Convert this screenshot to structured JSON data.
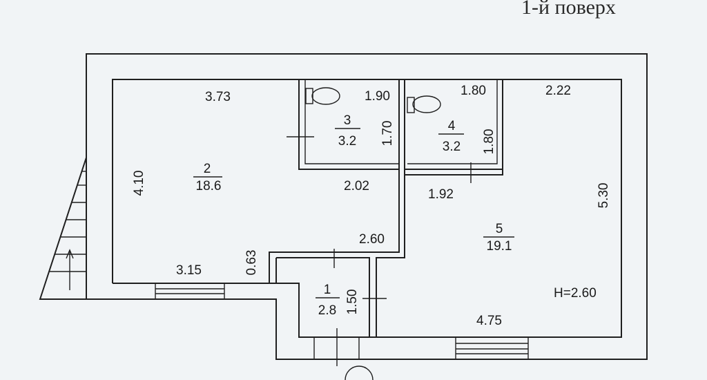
{
  "header": {
    "title": "1-й поверх"
  },
  "rooms": [
    {
      "number": "1",
      "area": "2.8"
    },
    {
      "number": "2",
      "area": "18.6"
    },
    {
      "number": "3",
      "area": "3.2"
    },
    {
      "number": "4",
      "area": "3.2"
    },
    {
      "number": "5",
      "area": "19.1"
    }
  ],
  "dimensions": {
    "room2_width": "3.73",
    "room2_height": "4.10",
    "room2_bottom": "3.15",
    "step": "0.63",
    "room3_width": "1.90",
    "room3_height": "1.70",
    "room4_width": "1.80",
    "room4_height": "1.80",
    "room5_top": "2.22",
    "room5_height": "5.30",
    "corridor_top": "2.02",
    "corridor_mid": "1.92",
    "corridor_left": "2.60",
    "room1_height": "1.50",
    "room5_bottom": "4.75"
  },
  "ceiling_height": "H=2.60",
  "colors": {
    "paper": "#f1f4f6",
    "ink": "#1f1f1f"
  }
}
